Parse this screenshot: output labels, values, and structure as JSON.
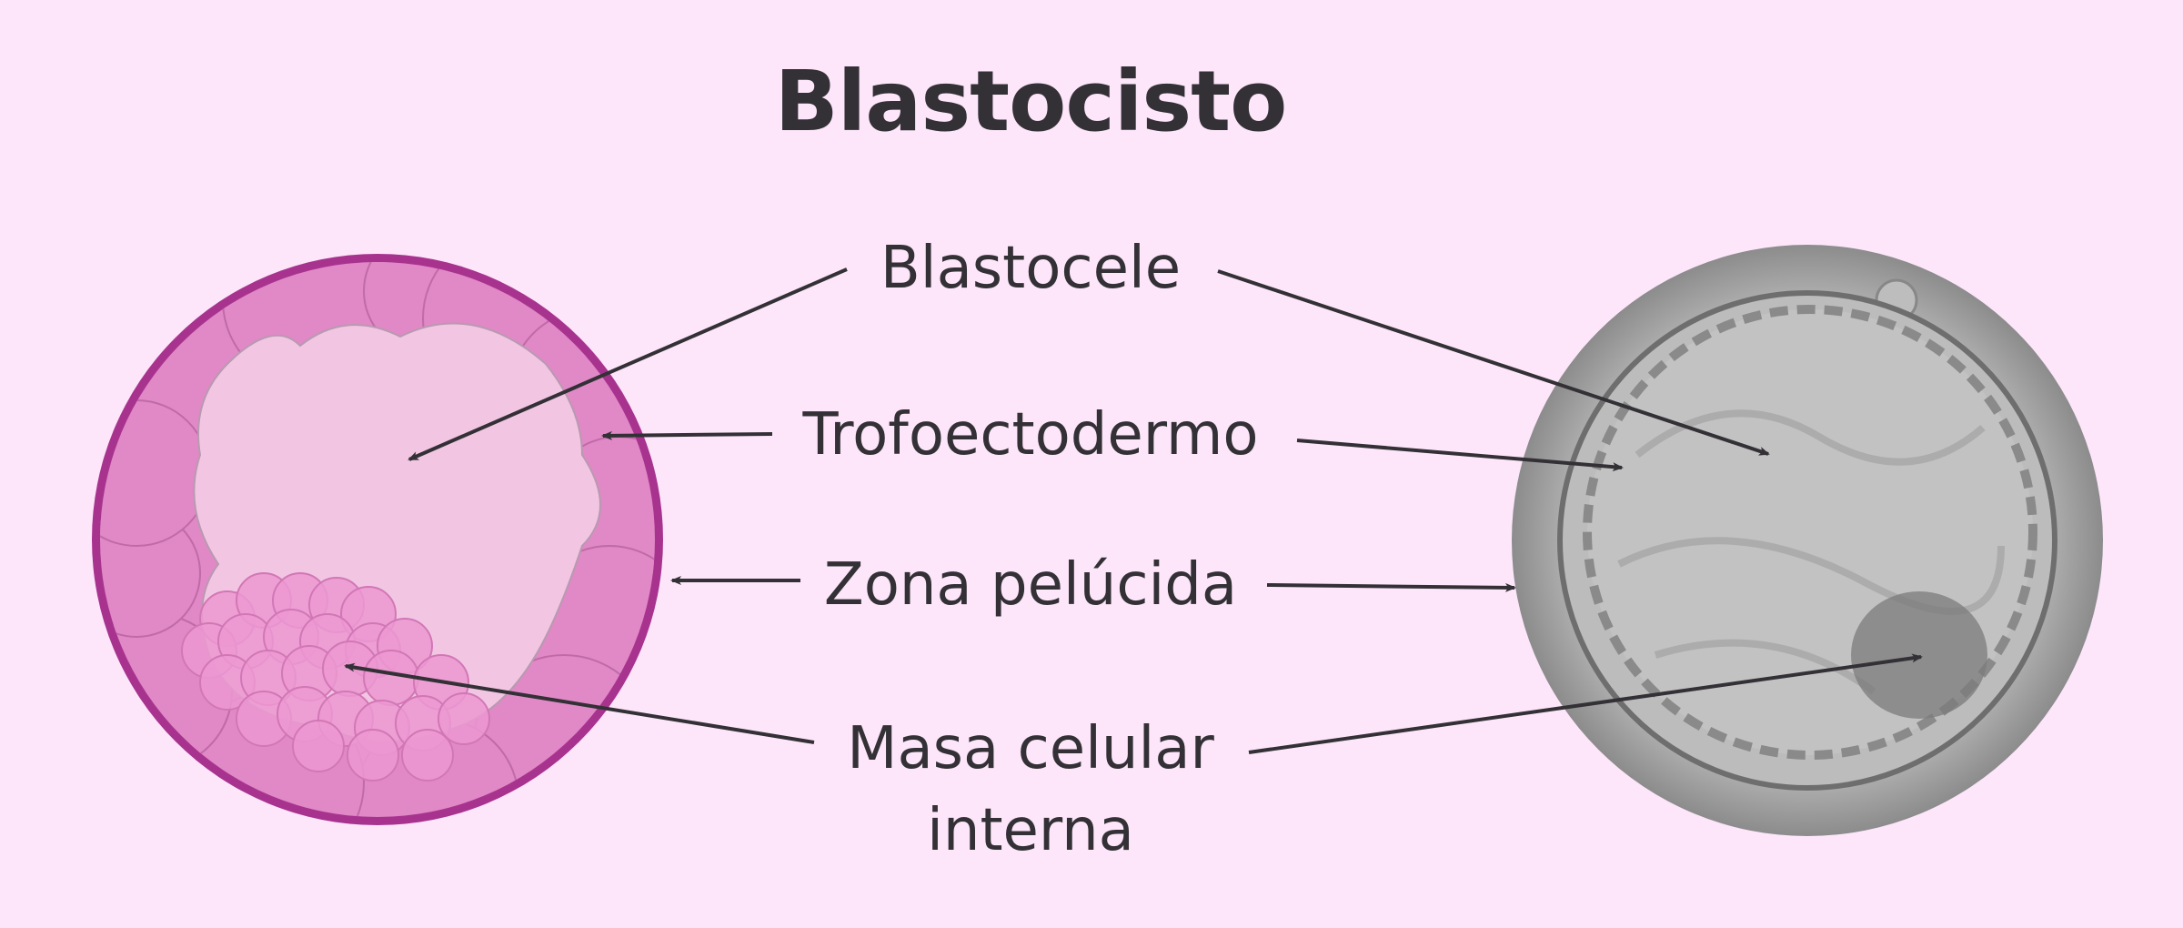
{
  "title": "Blastocisto",
  "labels": {
    "blastocele": "Blastocele",
    "trofoectodermo": "Trofoectodermo",
    "zona_pelucida": "Zona pelúcida",
    "masa_line1": "Masa celular",
    "masa_line2": "interna"
  },
  "colors": {
    "background": "#fde6fa",
    "zona": "#a8338f",
    "cells": "#e089c6",
    "cavity": "#f2c6e3",
    "icm": "#ec98d1",
    "micro_zona": "#a9a9a9",
    "arrow": "#333036"
  }
}
